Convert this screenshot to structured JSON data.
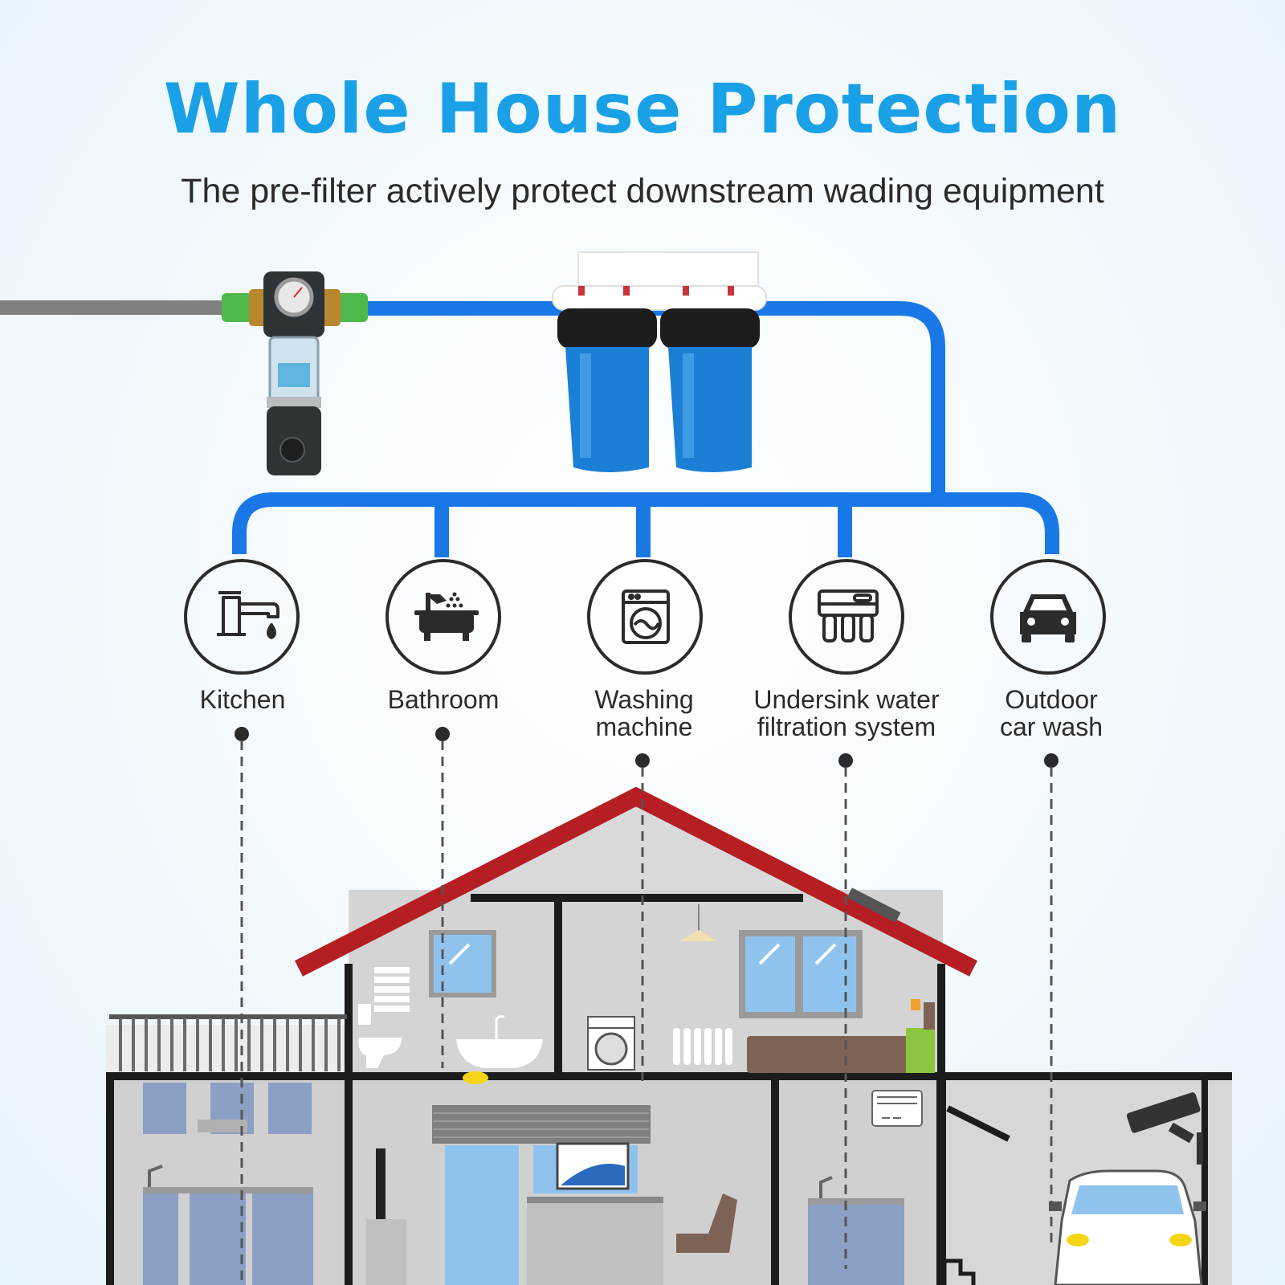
{
  "title": "Whole House Protection",
  "subtitle": "The pre-filter actively protect downstream wading equipment",
  "outlets": [
    {
      "label": "Kitchen",
      "icon": "faucet-icon"
    },
    {
      "label": "Bathroom",
      "icon": "bathtub-icon"
    },
    {
      "label": "Washing\nmachine",
      "icon": "washing-machine-icon"
    },
    {
      "label": "Undersink water\nfiltration system",
      "icon": "undersink-filter-icon"
    },
    {
      "label": "Outdoor\ncar wash",
      "icon": "car-icon"
    }
  ],
  "colors": {
    "title": "#1aa0e6",
    "pipe": "#1a78e6",
    "inlet_pipe": "#808080",
    "filter_housing": "#1b7fd6",
    "roof": "#b51f24",
    "house_wall": "#d9d9d9",
    "house_outline": "#1c1c1c"
  }
}
